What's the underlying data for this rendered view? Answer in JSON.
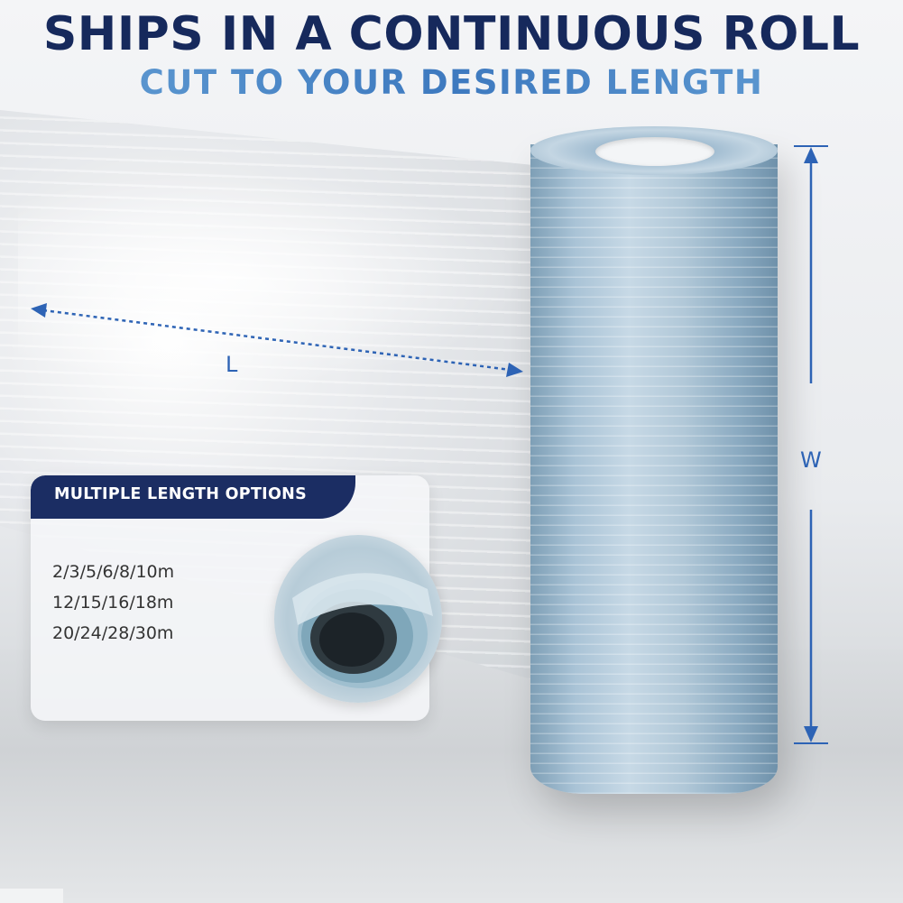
{
  "header": {
    "title": "SHIPS IN A CONTINUOUS ROLL",
    "subtitle": "CUT TO YOUR DESIRED LENGTH"
  },
  "dimensions": {
    "length_label": "L",
    "width_label": "W"
  },
  "length_options": {
    "heading": "MULTIPLE LENGTH OPTIONS",
    "lines": [
      "2/3/5/6/8/10m",
      "12/15/16/18m",
      "20/24/28/30m"
    ]
  },
  "colors": {
    "title": "#16295c",
    "subtitle_accent": "#3d79bf",
    "dimension_line": "#2d63b5",
    "card_header": "#1b2d63"
  },
  "icons": [
    "length-arrow-icon",
    "width-arrow-icon"
  ]
}
